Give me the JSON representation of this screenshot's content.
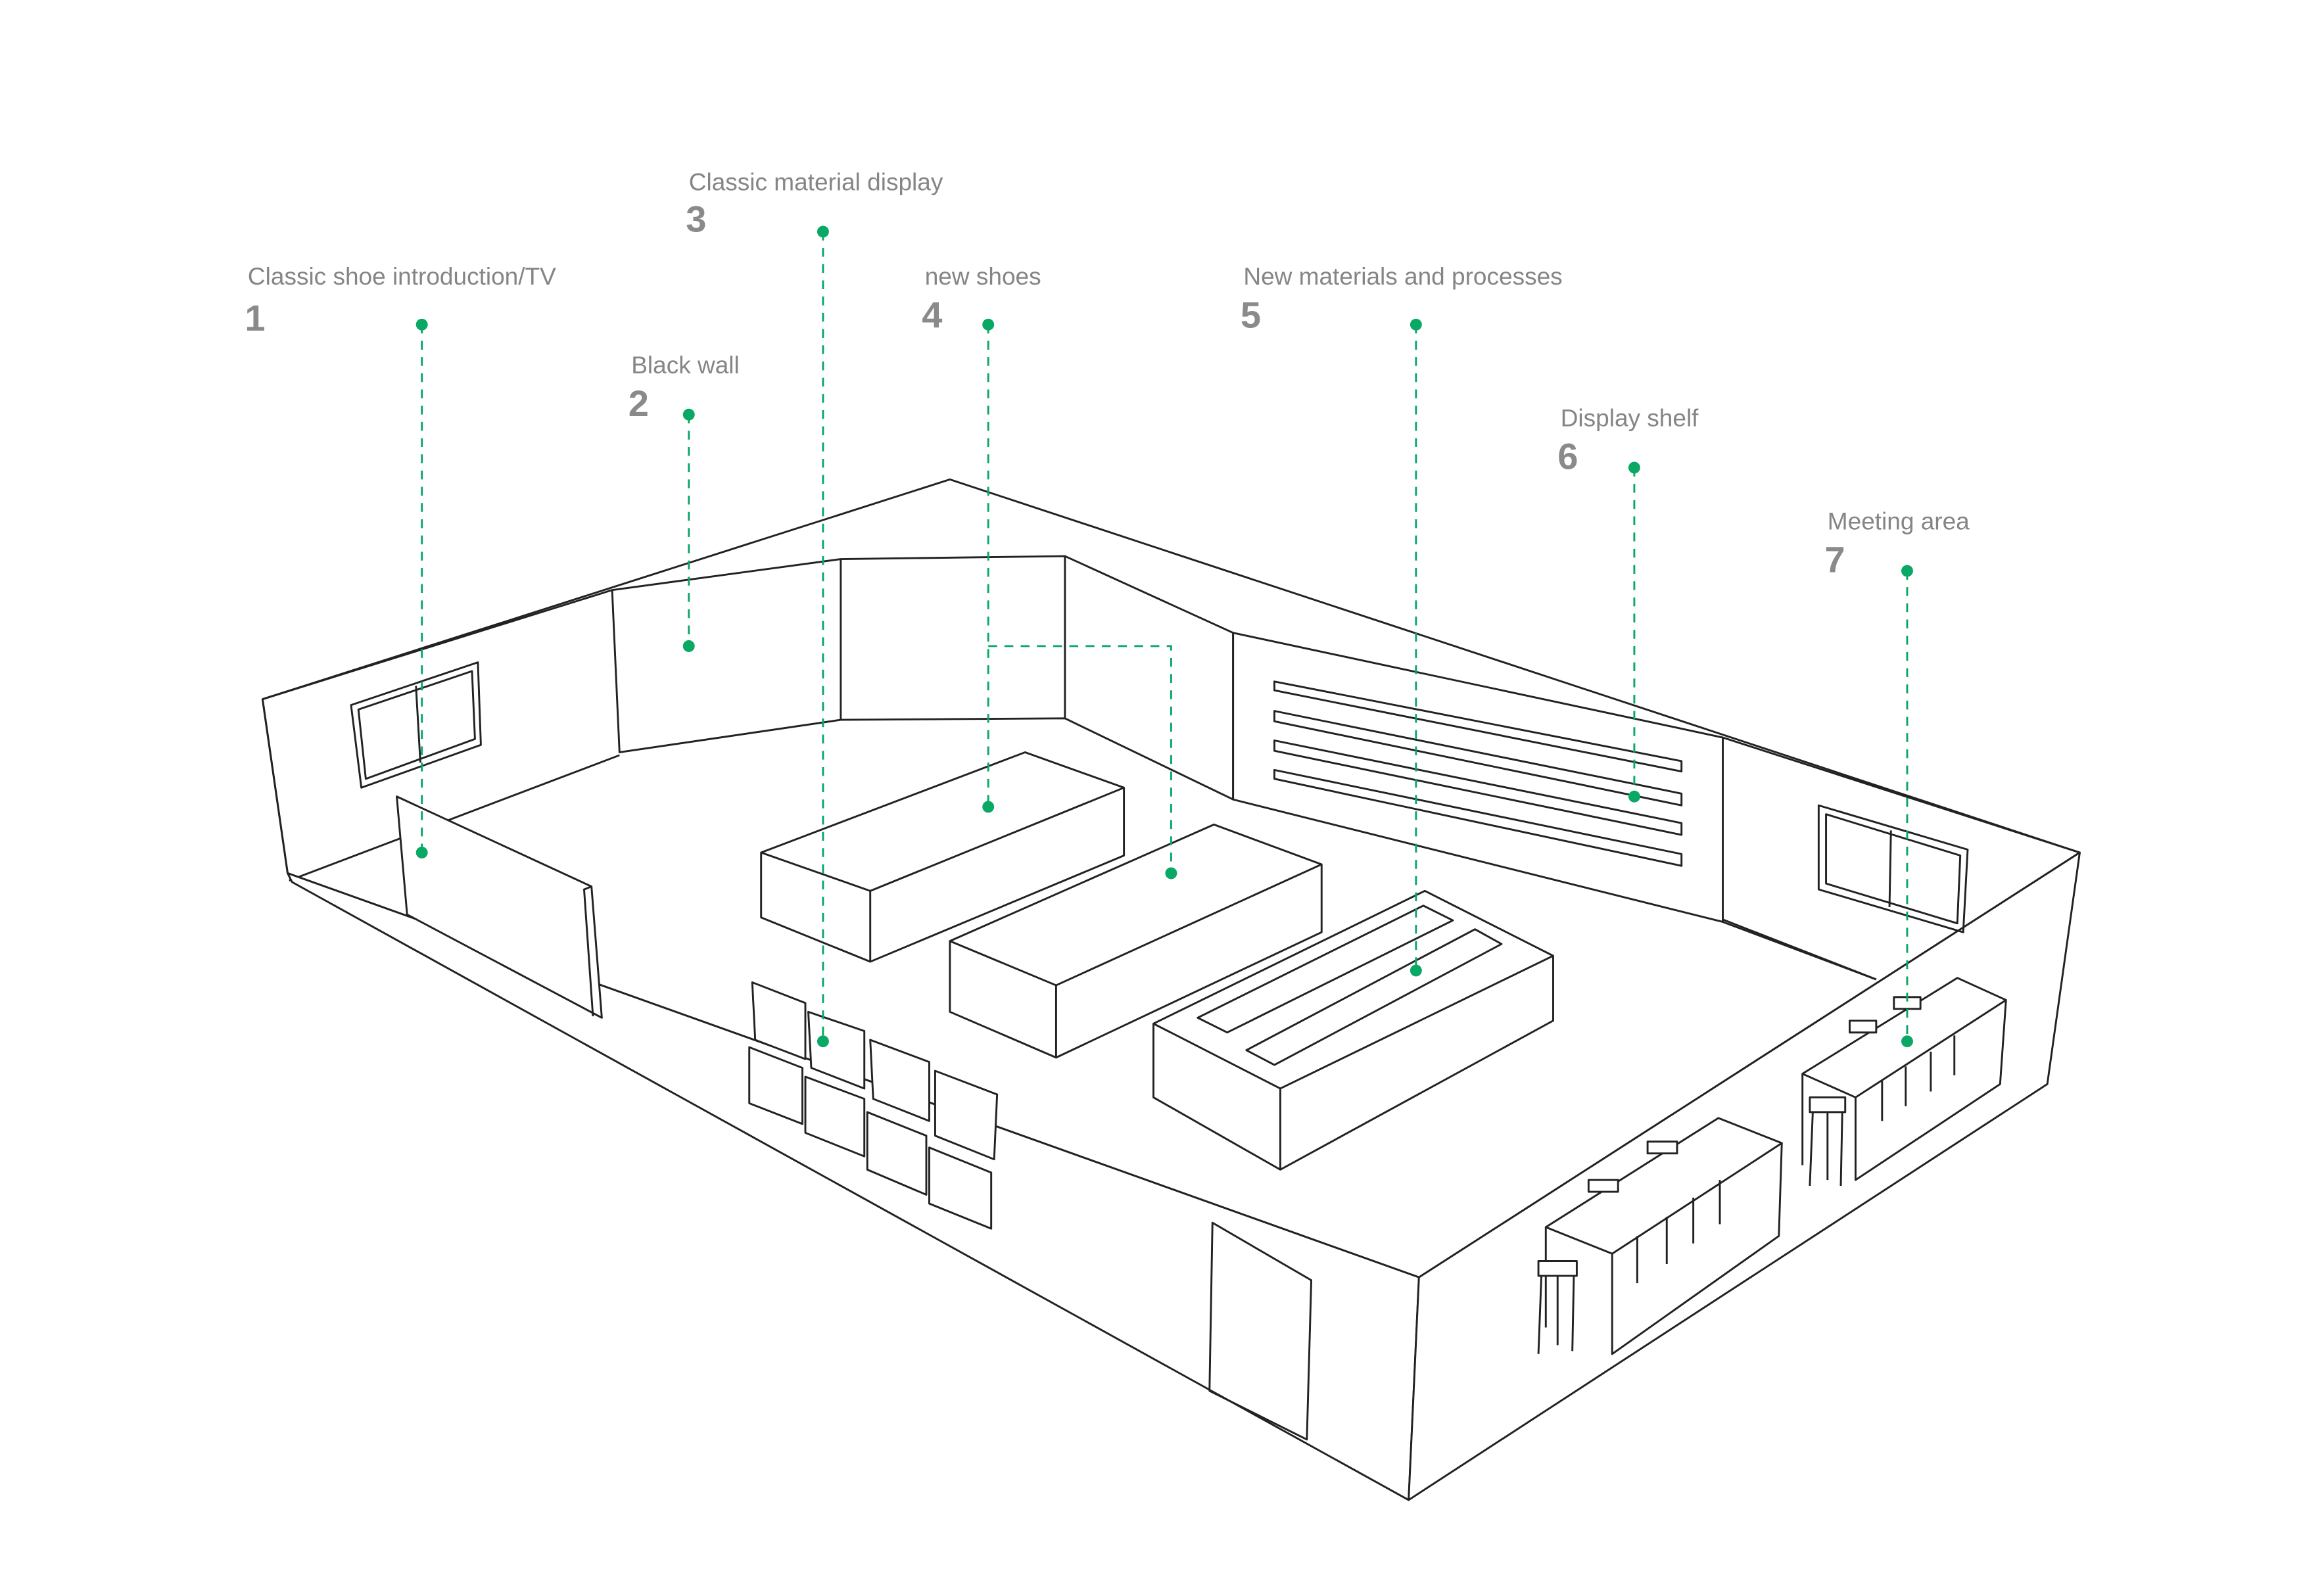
{
  "colors": {
    "accent": "#0aa865",
    "label": "#858585",
    "line": "#222222"
  },
  "labels": [
    {
      "number": "1",
      "title": "Classic shoe introduction/TV"
    },
    {
      "number": "2",
      "title": "Black wall"
    },
    {
      "number": "3",
      "title": "Classic material display"
    },
    {
      "number": "4",
      "title": "new shoes"
    },
    {
      "number": "5",
      "title": "New materials and processes"
    },
    {
      "number": "6",
      "title": "Display shelf"
    },
    {
      "number": "7",
      "title": "Meeting area"
    }
  ]
}
